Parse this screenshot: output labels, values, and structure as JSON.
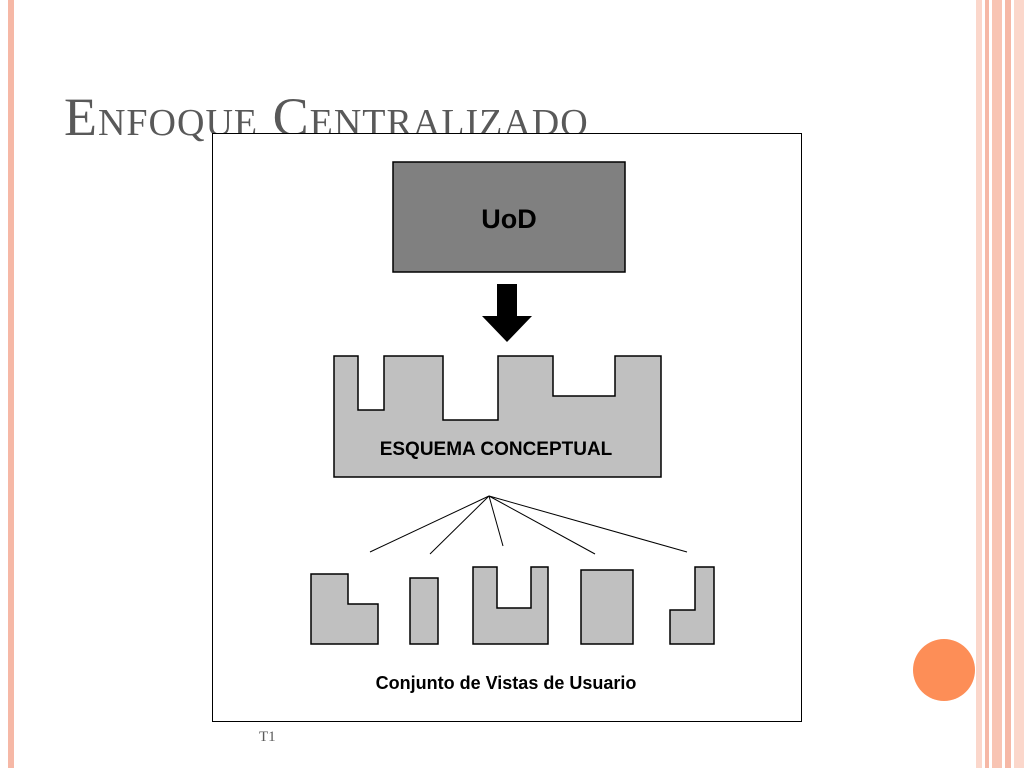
{
  "slide": {
    "title": "Enfoque Centralizado",
    "footer": "T1"
  },
  "diagram": {
    "source": "UoD",
    "schema": "ESQUEMA CONCEPTUAL",
    "views": "Conjunto de Vistas de Usuario"
  },
  "colors": {
    "accent_orange": "#fd8e57",
    "border_peach": "#f6b8a6",
    "title_gray": "#595959",
    "uod_fill": "#808080",
    "shape_fill": "#c0c0c0"
  }
}
